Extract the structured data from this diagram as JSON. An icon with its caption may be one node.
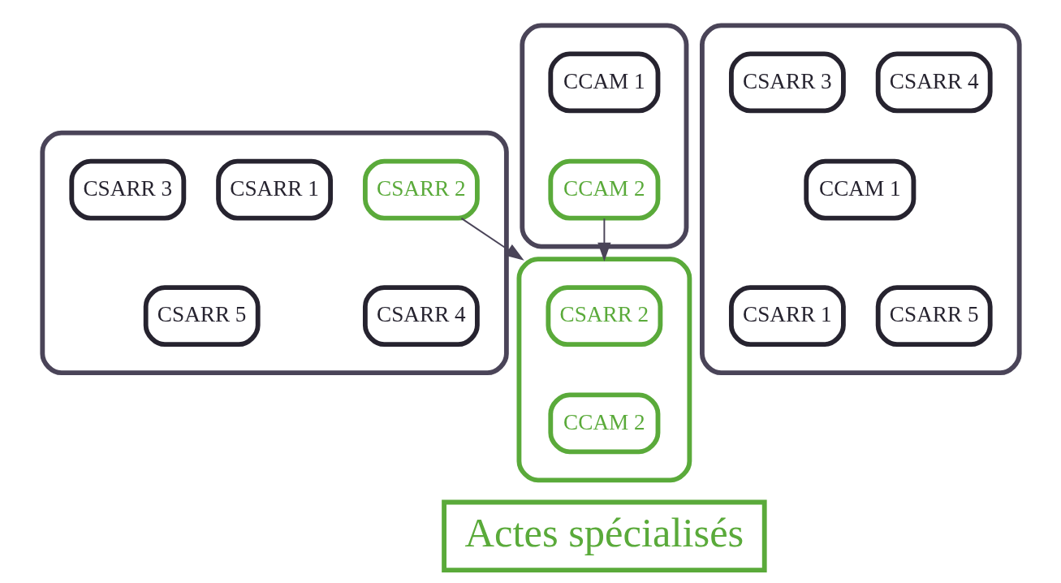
{
  "diagram": {
    "nodes": [
      {
        "text": [],
        "shape": "box"
      },
      {
        "text": [
          "CSARR 1"
        ],
        "in": 0
      },
      {
        "text": [
          "CSARR 3"
        ],
        "in": 0
      },
      {
        "text": [
          "CSARR 5"
        ],
        "in": 0
      },
      {
        "text": [
          "CSARR 2"
        ],
        "in": 0
      },
      {
        "text": [
          "CSARR 4"
        ],
        "in": 0
      },
      {
        "text": [],
        "shape": "box"
      },
      {
        "text": [
          "CCAM 1"
        ],
        "in": 6
      },
      {
        "text": [
          "CCAM 2"
        ],
        "in": 6
      },
      {
        "text": [],
        "shape": "box"
      },
      {
        "text": [
          "CSARR 2"
        ],
        "in": 9
      },
      {
        "text": [
          "CCAM 2"
        ],
        "in": 9
      },
      {
        "text": [],
        "shape": "box"
      },
      {
        "text": [
          "CSARR 4"
        ],
        "in": 12
      },
      {
        "text": [
          "CSARR 3"
        ],
        "in": 12
      },
      {
        "text": [
          "CCAM 1"
        ],
        "in": 12
      },
      {
        "text": [
          "CSARR 1"
        ],
        "in": 12
      },
      {
        "text": [
          "CSARR 5"
        ],
        "in": 12
      },
      {
        "text": [
          "Actes spécialisés"
        ]
      }
    ],
    "edges": [
      {
        "from": 4,
        "to": 9,
        "arrow": "to"
      },
      {
        "from": 8,
        "to": 9,
        "arrow": "to"
      }
    ]
  }
}
